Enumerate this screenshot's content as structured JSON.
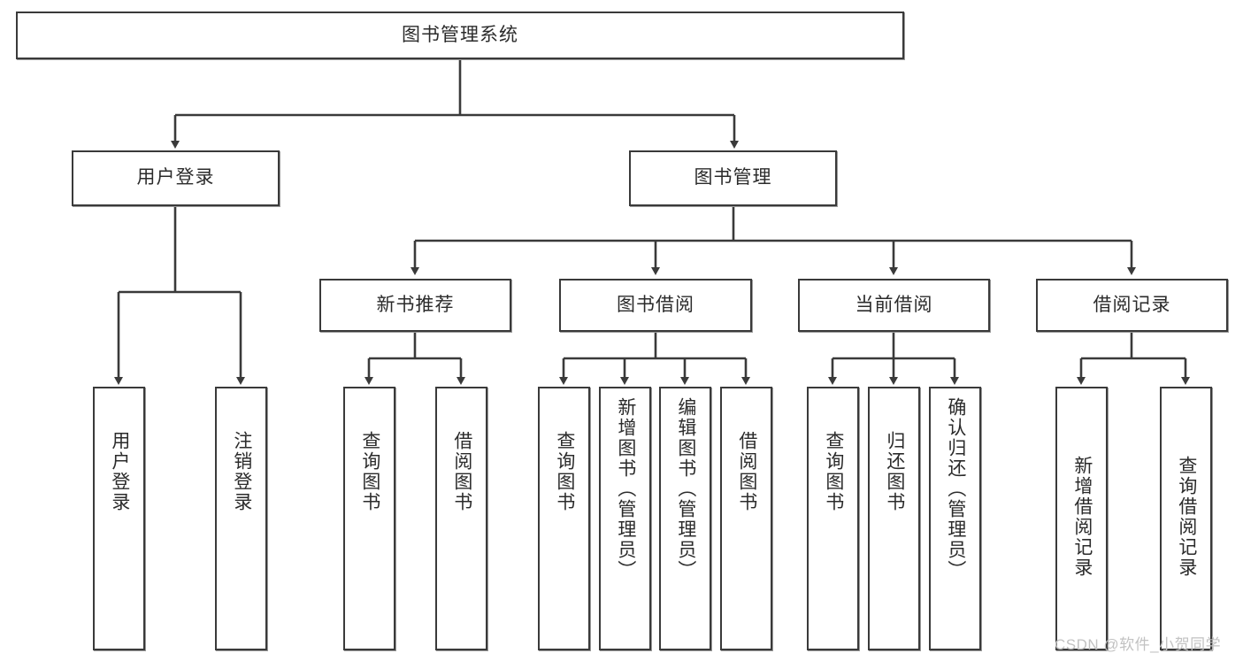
{
  "diagram": {
    "type": "hierarchy-tree",
    "title": "图书管理系统",
    "levels": 4,
    "root": {
      "label": "图书管理系统"
    },
    "level2": [
      {
        "label": "用户登录"
      },
      {
        "label": "图书管理"
      }
    ],
    "level3": [
      {
        "label": "新书推荐",
        "parent": "图书管理"
      },
      {
        "label": "图书借阅",
        "parent": "图书管理"
      },
      {
        "label": "当前借阅",
        "parent": "图书管理"
      },
      {
        "label": "借阅记录",
        "parent": "图书管理"
      }
    ],
    "leaves": {
      "user_login": [
        {
          "label": "用户登录"
        },
        {
          "label": "注销登录"
        }
      ],
      "new_book_recommend": [
        {
          "label": "查询图书"
        },
        {
          "label": "借阅图书"
        }
      ],
      "book_borrow": [
        {
          "label": "查询图书"
        },
        {
          "label": "新增图书（管理员）"
        },
        {
          "label": "编辑图书（管理员）"
        },
        {
          "label": "借阅图书"
        }
      ],
      "current_borrow": [
        {
          "label": "查询图书"
        },
        {
          "label": "归还图书"
        },
        {
          "label": "确认归还（管理员）"
        }
      ],
      "borrow_record": [
        {
          "label": "新增借阅记录"
        },
        {
          "label": "查询借阅记录"
        }
      ]
    }
  },
  "watermark": {
    "text": "CSDN @软件_小贺同学"
  },
  "colors": {
    "background": "#ffffff",
    "box_border": "#3a3a3a",
    "box_fill": "#ffffff",
    "text": "#2b2b2b",
    "connector": "#3a3a3a",
    "watermark": "#c2c2c2"
  }
}
